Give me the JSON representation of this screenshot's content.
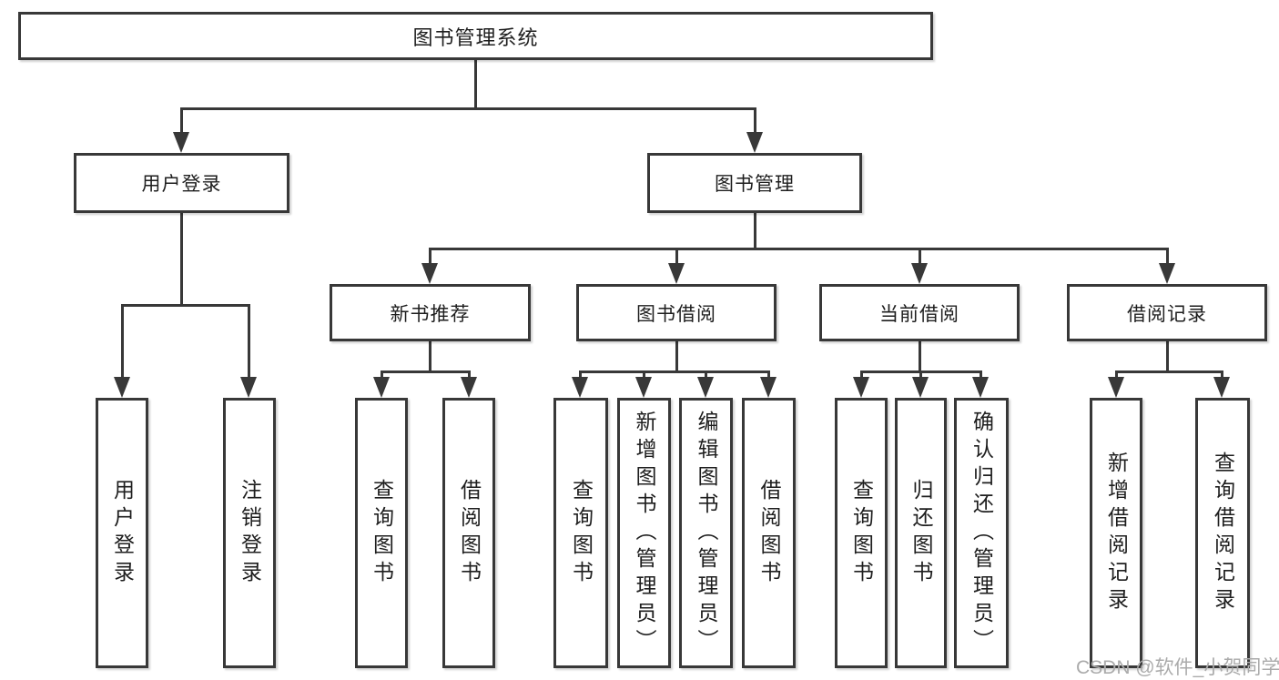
{
  "root": {
    "label": "图书管理系统"
  },
  "level2": {
    "user_login": {
      "label": "用户登录"
    },
    "book_mgmt": {
      "label": "图书管理"
    }
  },
  "level3": {
    "new_books": {
      "label": "新书推荐"
    },
    "book_borrow": {
      "label": "图书借阅"
    },
    "current_borrow": {
      "label": "当前借阅"
    },
    "borrow_records": {
      "label": "借阅记录"
    }
  },
  "leaves": {
    "user_login": [
      "用户登录",
      "注销登录"
    ],
    "new_books": [
      "查询图书",
      "借阅图书"
    ],
    "book_borrow": [
      "查询图书",
      "新增图书（管理员）",
      "编辑图书（管理员）",
      "借阅图书"
    ],
    "current_borrow": [
      "查询图书",
      "归还图书",
      "确认归还（管理员）"
    ],
    "borrow_records": [
      "新增借阅记录",
      "查询借阅记录"
    ]
  },
  "watermark": "CSDN @软件_小贺同学",
  "colors": {
    "line": "#383838",
    "text": "#1e1e1e",
    "box_fill": "#ffffff",
    "watermark": "#ababab"
  }
}
